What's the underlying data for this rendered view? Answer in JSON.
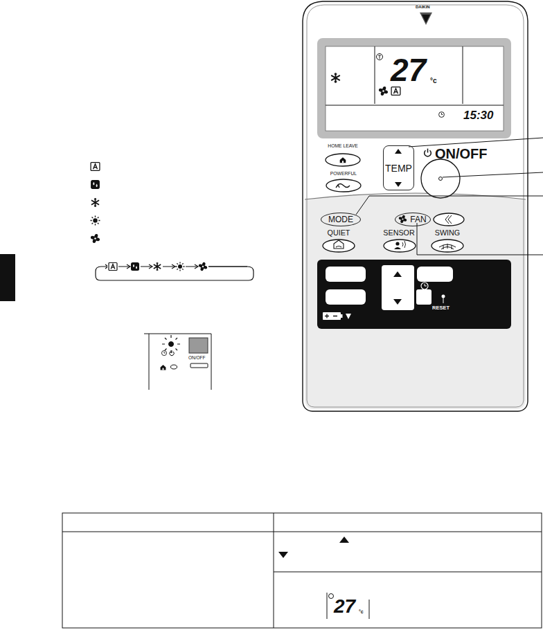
{
  "diagram": {
    "nodes": [
      {
        "text": [
          "HOME LEAVE"
        ]
      },
      {
        "text": [
          "TEMP"
        ]
      },
      {
        "text": [
          "ON/OFF"
        ]
      },
      {
        "text": [
          "POWERFUL"
        ]
      },
      {
        "text": [
          "MODE"
        ]
      },
      {
        "text": [
          "FAN"
        ]
      },
      {
        "text": [
          "QUIET"
        ]
      },
      {
        "text": [
          "SENSOR"
        ]
      },
      {
        "text": [
          "SWING"
        ]
      }
    ],
    "labels": [
      "DAIKIN",
      "27",
      "°c",
      "15:30",
      "RESET",
      "ON/OFF",
      "27",
      "°c"
    ]
  }
}
